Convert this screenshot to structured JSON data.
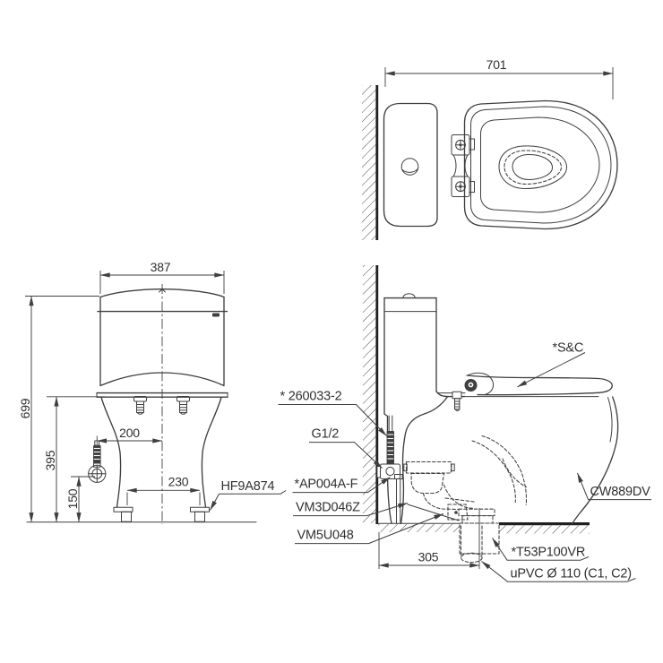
{
  "colors": {
    "line": "#3f3f3f",
    "line_dark": "#1f1f1f",
    "text": "#303030",
    "bg": "#ffffff"
  },
  "top_view": {
    "dim_width": "701"
  },
  "front_view": {
    "dim_width": "387",
    "dim_height": "699",
    "dim_rim_height": "395",
    "dim_supply_offset": "200",
    "dim_supply_height": "150",
    "dim_bolt_spacing": "230",
    "part_foot_bolt": "HF9A874"
  },
  "side_view": {
    "dim_rough_in": "305",
    "part_seat": "*S&C",
    "part_supply": "* 260033-2",
    "part_thread": "G1/2",
    "part_valve": "*AP004A-F",
    "part_flush_valve": "VM3D046Z",
    "part_trap": "VM5U048",
    "part_model": "CW889DV",
    "part_outlet": "*T53P100VR",
    "part_pipe": "uPVC Ø 110 (C1, C2)"
  }
}
